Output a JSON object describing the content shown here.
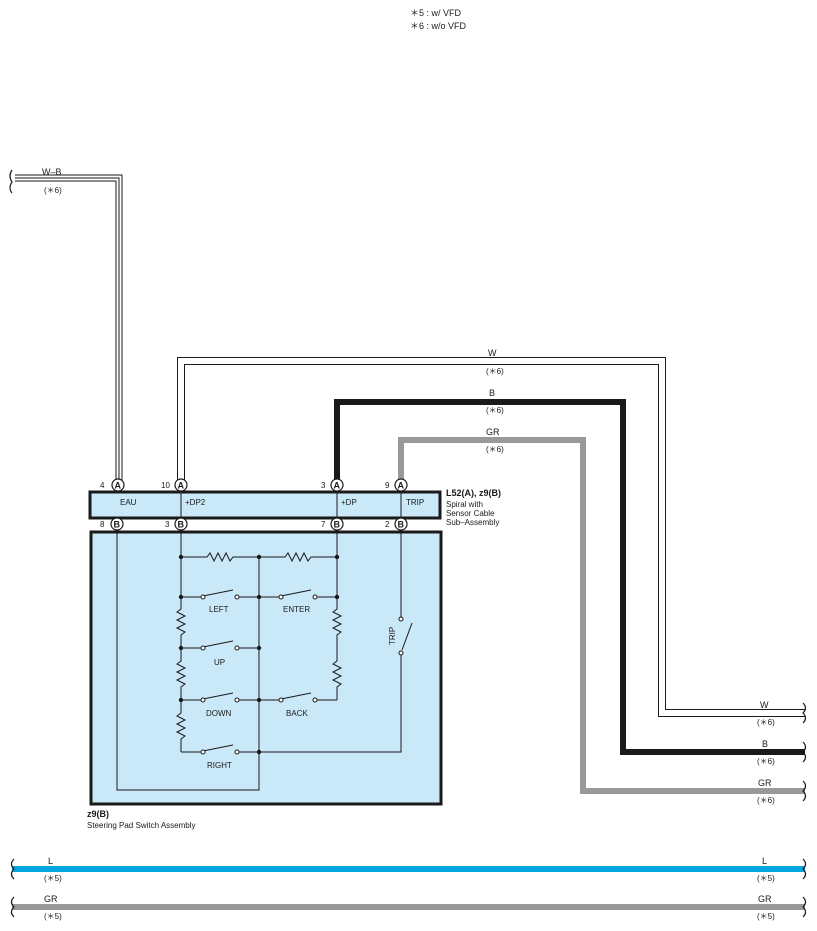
{
  "notes": {
    "n5": "＊5 : w/ VFD",
    "n6": "＊6 : w/o VFD"
  },
  "connectors": {
    "upper": {
      "name": "L52(A), z9(B)",
      "desc1": "Spiral with",
      "desc2": "Sensor Cable",
      "desc3": "Sub–Assembly",
      "pins": [
        {
          "pin": "4",
          "conn": "A",
          "signal": "EAU"
        },
        {
          "pin": "10",
          "conn": "A",
          "signal": "+DP2"
        },
        {
          "pin": "3",
          "conn": "A",
          "signal": "+DP"
        },
        {
          "pin": "9",
          "conn": "A",
          "signal": "TRIP"
        }
      ]
    },
    "lower_pins": [
      {
        "pin": "8",
        "conn": "B"
      },
      {
        "pin": "3",
        "conn": "B"
      },
      {
        "pin": "7",
        "conn": "B"
      },
      {
        "pin": "2",
        "conn": "B"
      }
    ]
  },
  "assembly": {
    "id": "z9(B)",
    "name": "Steering Pad Switch Assembly"
  },
  "switches": [
    "LEFT",
    "ENTER",
    "UP",
    "DOWN",
    "BACK",
    "RIGHT",
    "TRIP"
  ],
  "wires": {
    "wb": {
      "color_code": "W–B",
      "note": "(＊6)"
    },
    "w": {
      "color_code": "W",
      "note": "(＊6)"
    },
    "b": {
      "color_code": "B",
      "note": "(＊6)"
    },
    "gr": {
      "color_code": "GR",
      "note": "(＊6)"
    },
    "w_right": {
      "color_code": "W",
      "note": "(＊6)"
    },
    "b_right": {
      "color_code": "B",
      "note": "(＊6)"
    },
    "gr_right": {
      "color_code": "GR",
      "note": "(＊6)"
    },
    "l_left": {
      "color_code": "L",
      "note": "(＊5)"
    },
    "l_right": {
      "color_code": "L",
      "note": "(＊5)"
    },
    "gr5_left": {
      "color_code": "GR",
      "note": "(＊5)"
    },
    "gr5_right": {
      "color_code": "GR",
      "note": "(＊5)"
    }
  },
  "colors": {
    "connector_fill": "#c9e8f8",
    "wire_black": "#1a1a1a",
    "wire_gray": "#999999",
    "wire_blue": "#00a6e0"
  }
}
